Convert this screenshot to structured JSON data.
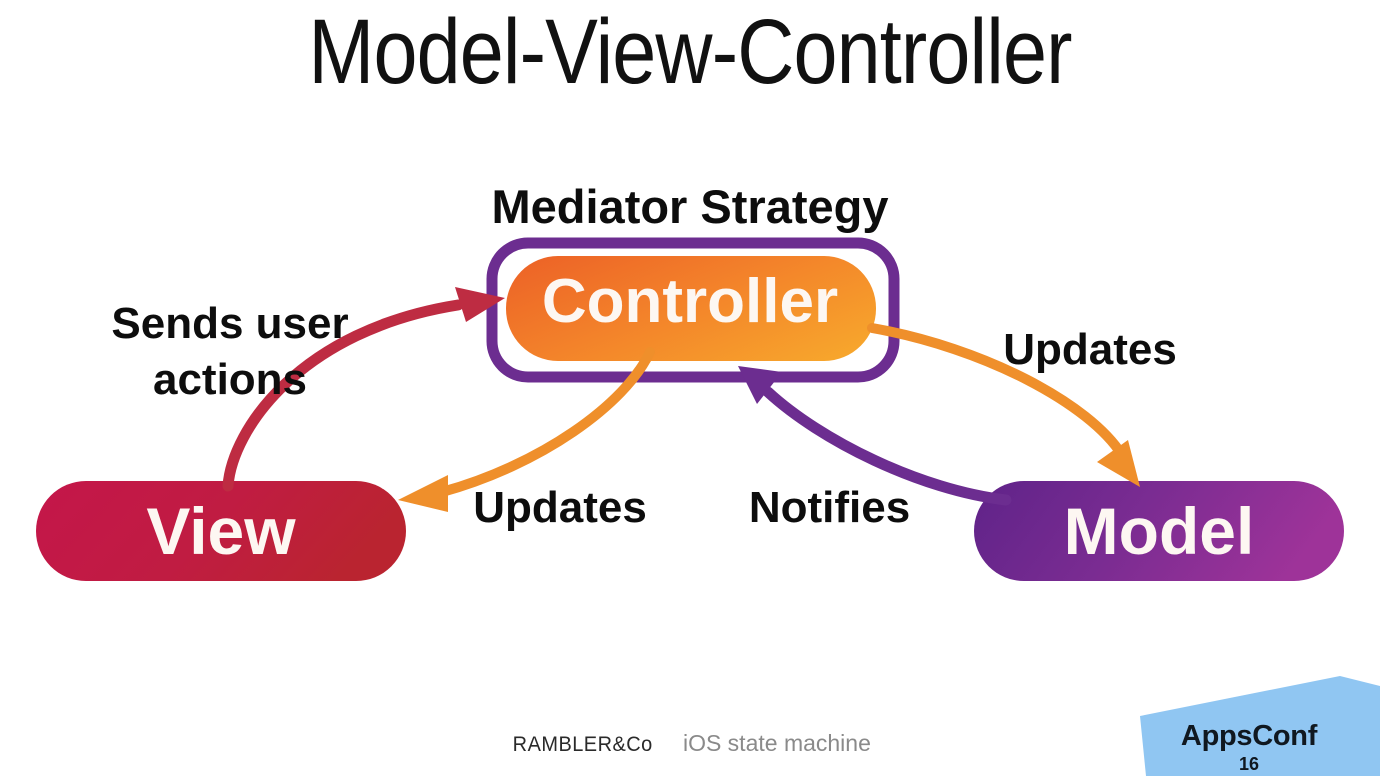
{
  "slide": {
    "title": "Model-View-Controller",
    "background_color": "#ffffff"
  },
  "diagram": {
    "group_label": "Mediator Strategy",
    "nodes": [
      {
        "id": "view",
        "label": "View",
        "gradient_from": "#c4164a",
        "gradient_to": "#bb2431"
      },
      {
        "id": "controller",
        "label": "Controller",
        "gradient_from": "#ee6a2a",
        "gradient_to": "#f6a02a",
        "border_color": "#6c2d90"
      },
      {
        "id": "model",
        "label": "Model",
        "gradient_from": "#64268c",
        "gradient_to": "#9c3399"
      }
    ],
    "edges": [
      {
        "id": "view-to-controller",
        "label": "Sends user actions",
        "label_line_1": "Sends user",
        "label_line_2": "actions",
        "color": "#be2c42",
        "from": "view",
        "to": "controller"
      },
      {
        "id": "controller-to-view",
        "label": "Updates",
        "color": "#ef8f2b",
        "from": "controller",
        "to": "view"
      },
      {
        "id": "controller-to-model",
        "label": "Updates",
        "color": "#ef8f2b",
        "from": "controller",
        "to": "model"
      },
      {
        "id": "model-to-controller",
        "label": "Notifies",
        "color": "#6c2d90",
        "from": "model",
        "to": "controller"
      }
    ]
  },
  "footer": {
    "brand": "RAMBLER&Co",
    "subtitle": "iOS state machine"
  },
  "badge": {
    "name": "AppsConf",
    "number": "16",
    "color": "#90c6f2"
  }
}
